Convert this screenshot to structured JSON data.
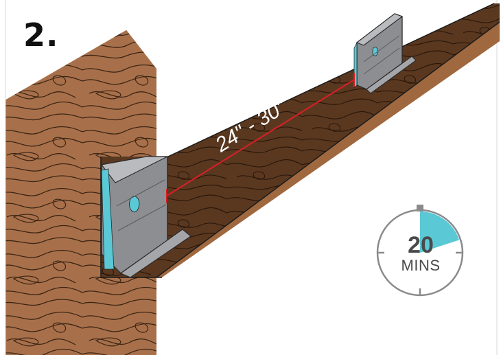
{
  "step": {
    "number": "2."
  },
  "measurement": {
    "label": "24\" - 30\""
  },
  "timer": {
    "value": "20",
    "unit": "MINS",
    "fraction_elapsed": 0.2,
    "accent_color": "#5bc8d6"
  },
  "colors": {
    "wood": "#a8704a",
    "wood_dark": "#5a3820",
    "metal": "#8c8e91",
    "sealant": "#5bc8d6",
    "measure_line": "#d91f26"
  },
  "icons": [
    "wood-grain-texture",
    "metal-bracket",
    "stopwatch-icon"
  ]
}
